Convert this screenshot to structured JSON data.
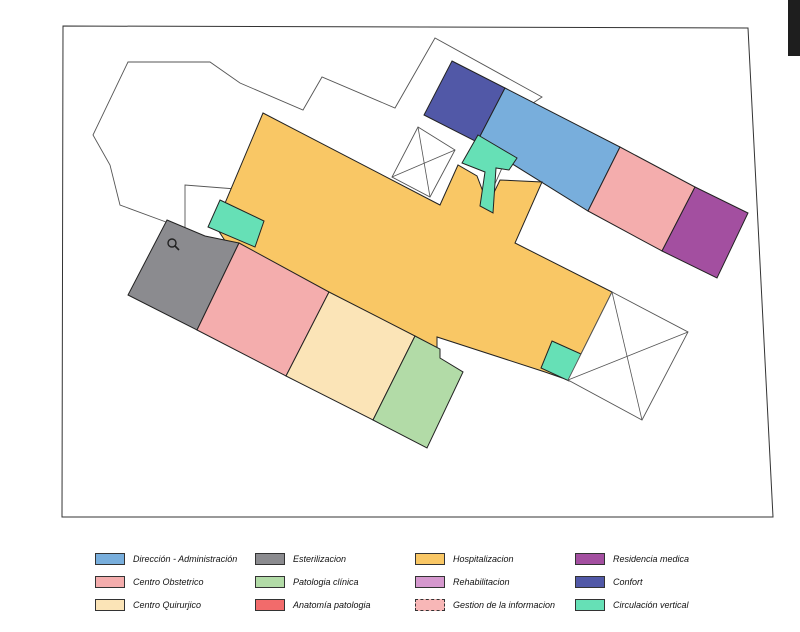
{
  "colors": {
    "administracion": "#78aedc",
    "esterilizacion": "#8b8b8f",
    "hospitalizacion": "#f9c765",
    "residencia": "#a34fa0",
    "obstetrico": "#f4adad",
    "patologia_clinica": "#b2dba7",
    "rehabilitacion": "#d598ce",
    "confort": "#5158a7",
    "quirurgico": "#fbe4b7",
    "anatomia": "#f26b6b",
    "gestion": "#f8b7b7",
    "circulacion": "#66e0b6"
  },
  "icons": {
    "zoom": "magnifier-icon"
  },
  "legend": [
    {
      "id": "administracion",
      "label": "Dirección - Administración",
      "color": "#78aedc",
      "style": "solid"
    },
    {
      "id": "esterilizacion",
      "label": "Esterilizacion",
      "color": "#8b8b8f",
      "style": "solid"
    },
    {
      "id": "hospitalizacion",
      "label": "Hospitalizacion",
      "color": "#f9c765",
      "style": "solid"
    },
    {
      "id": "residencia",
      "label": "Residencia medica",
      "color": "#a34fa0",
      "style": "solid"
    },
    {
      "id": "obstetrico",
      "label": "Centro Obstetrico",
      "color": "#f4adad",
      "style": "solid"
    },
    {
      "id": "patologia_clinica",
      "label": "Patologia clínica",
      "color": "#b2dba7",
      "style": "solid"
    },
    {
      "id": "rehabilitacion",
      "label": "Rehabilitacion",
      "color": "#d598ce",
      "style": "solid"
    },
    {
      "id": "confort",
      "label": "Confort",
      "color": "#5158a7",
      "style": "solid"
    },
    {
      "id": "quirurgico",
      "label": "Centro Quirurjico",
      "color": "#fbe4b7",
      "style": "solid"
    },
    {
      "id": "anatomia",
      "label": "Anatomía patologia",
      "color": "#f26b6b",
      "style": "solid"
    },
    {
      "id": "gestion",
      "label": "Gestion de la informacion",
      "color": "#f8b7b7",
      "style": "dashed"
    },
    {
      "id": "circulacion",
      "label": "Circulación vertical",
      "color": "#66e0b6",
      "style": "solid"
    }
  ]
}
